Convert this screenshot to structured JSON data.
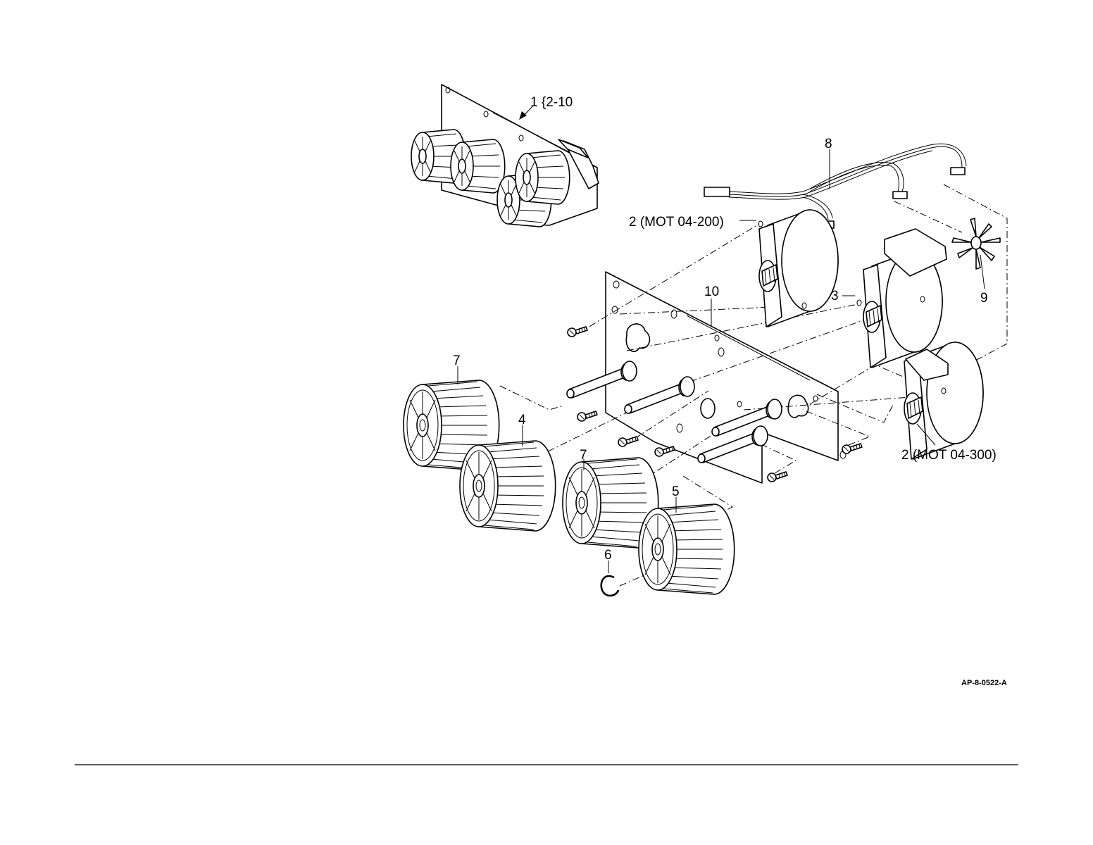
{
  "callouts": {
    "c1": "1 {2-10",
    "c2a": "2 (MOT 04-200)",
    "c2b": "2 (MOT 04-300)",
    "c3": "3",
    "c4": "4",
    "c5": "5",
    "c6": "6",
    "c7a": "7",
    "c7b": "7",
    "c8": "8",
    "c9": "9",
    "c10": "10"
  },
  "figure_code": "AP-8-0522-A"
}
